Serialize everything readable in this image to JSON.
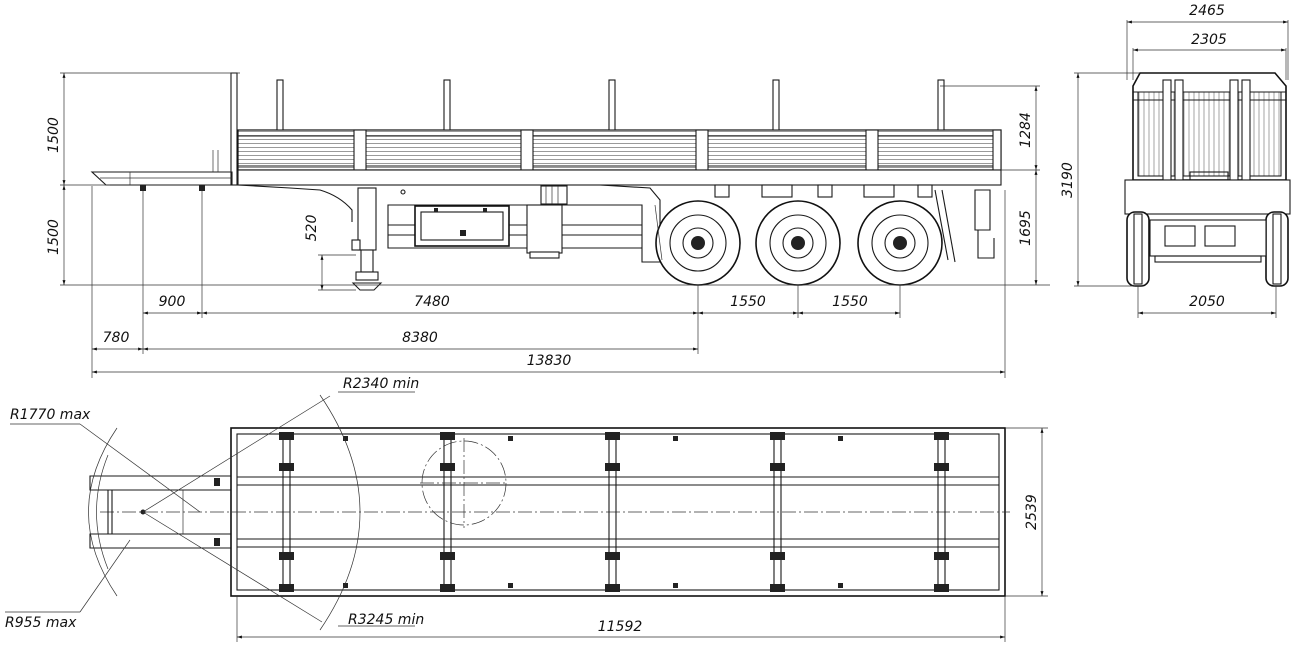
{
  "dimensions": {
    "side_height_top": "1500",
    "side_height_bottom": "1500",
    "landing_gear_lift": "520",
    "side_board_height": "1284",
    "deck_height": "1695",
    "kingpin_to_gear": "900",
    "gear_to_axle": "7480",
    "axle_spacing_1": "1550",
    "axle_spacing_2": "1550",
    "front_overhang": "780",
    "kingpin_to_axle": "8380",
    "total_length": "13830",
    "front_overall_width": "2465",
    "front_body_width": "2305",
    "front_total_height": "3190",
    "track_width": "2050",
    "deck_width": "2539",
    "deck_length": "11592",
    "radius_front_max": "R1770 max",
    "radius_turn_min": "R2340 min",
    "radius_kingpin_max": "R955 max",
    "radius_rear_min": "R3245 min"
  }
}
